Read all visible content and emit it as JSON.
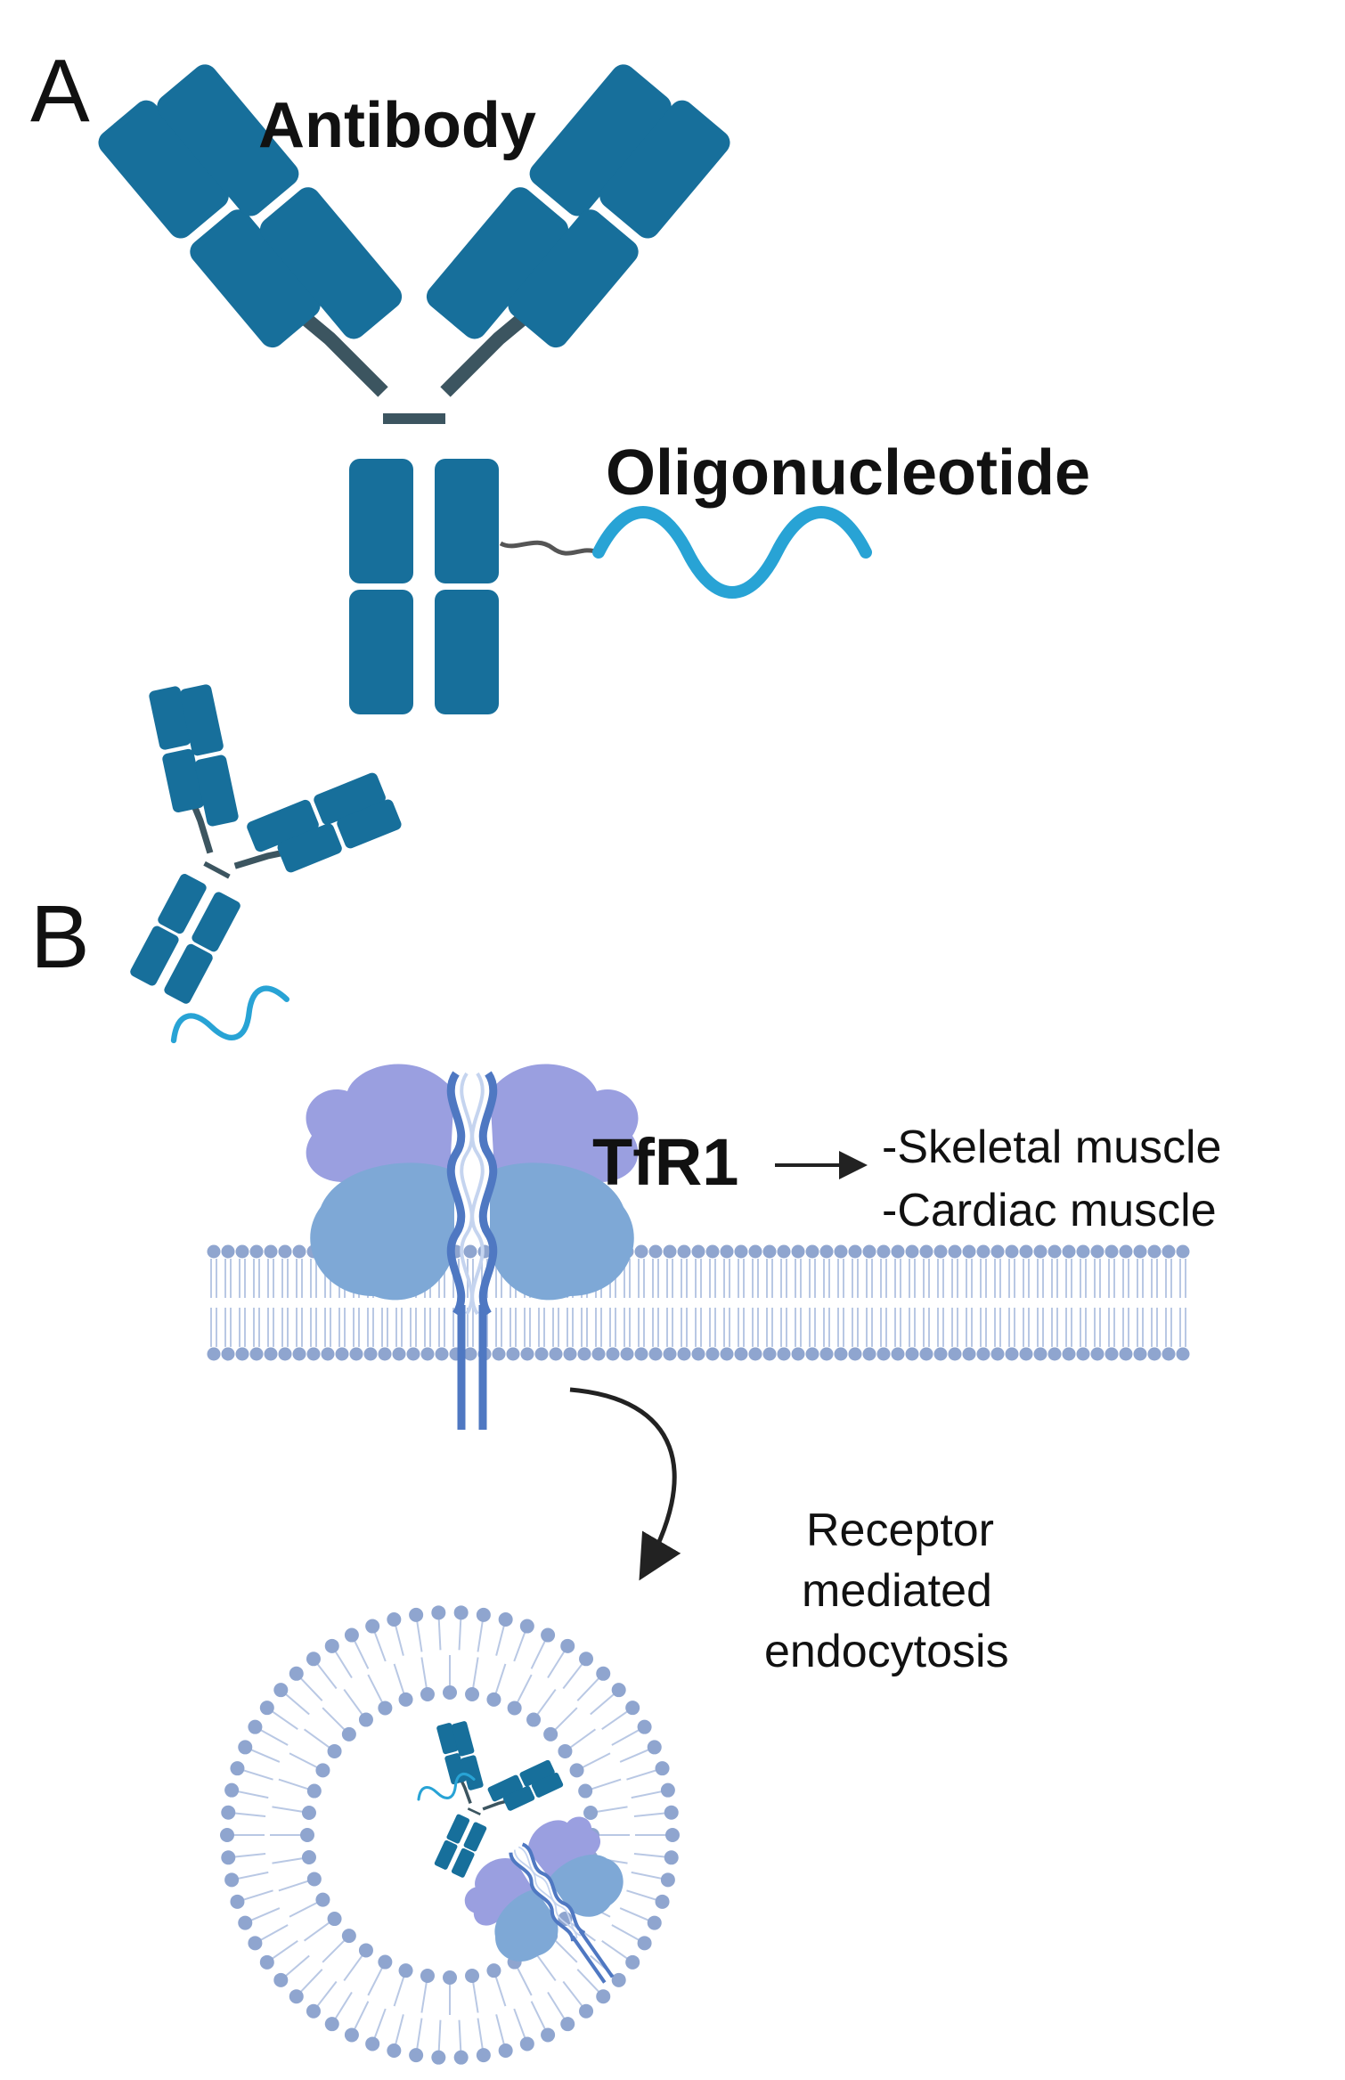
{
  "panel_a": {
    "letter": "A",
    "antibody_label": "Antibody",
    "oligo_label": "Oligonucleotide"
  },
  "panel_b": {
    "letter": "B",
    "receptor_label": "TfR1",
    "targets": [
      "-Skeletal muscle",
      "-Cardiac muscle"
    ],
    "process_label": [
      "Receptor",
      "mediated",
      "endocytosis"
    ]
  },
  "colors": {
    "antibody": "#176f9b",
    "antibody_hinge": "#3c5560",
    "oligo": "#28a3d5",
    "receptor_light": "#7ea8d6",
    "receptor_purple": "#9a9fe0",
    "membrane_head": "#8fa5cf",
    "membrane_tail": "#b9c8e4",
    "text": "#111111"
  }
}
